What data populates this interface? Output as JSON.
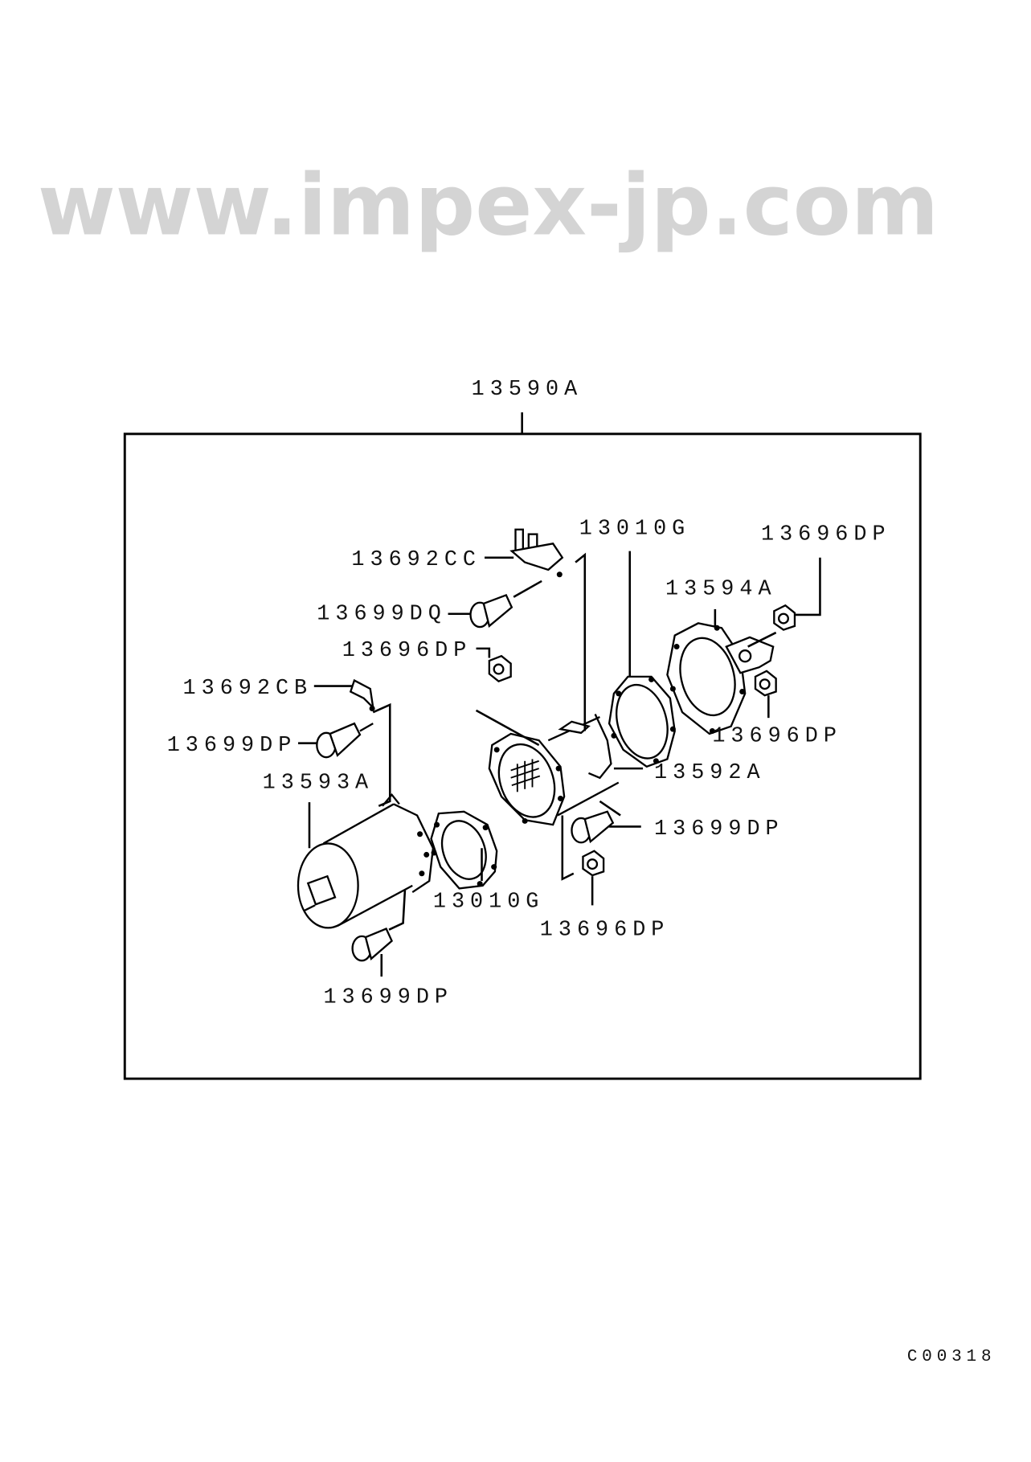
{
  "assembly_label": "13590A",
  "labels": {
    "bracket_cc": "13692CC",
    "bolt_dq": "13699DQ",
    "nut_upper_left": "13696DP",
    "bracket_cb": "13692CB",
    "bolt_left": "13699DP",
    "housing_front": "13593A",
    "gasket_lower": "13010G",
    "nut_lower": "13696DP",
    "bolt_bottom": "13699DP",
    "gasket_upper": "13010G",
    "nut_top_right": "13696DP",
    "housing_rear": "13594A",
    "nut_right": "13696DP",
    "housing_center": "13592A",
    "bolt_right": "13699DP"
  },
  "watermark": "www.impex-jp.com",
  "diagram_code": "C00318"
}
